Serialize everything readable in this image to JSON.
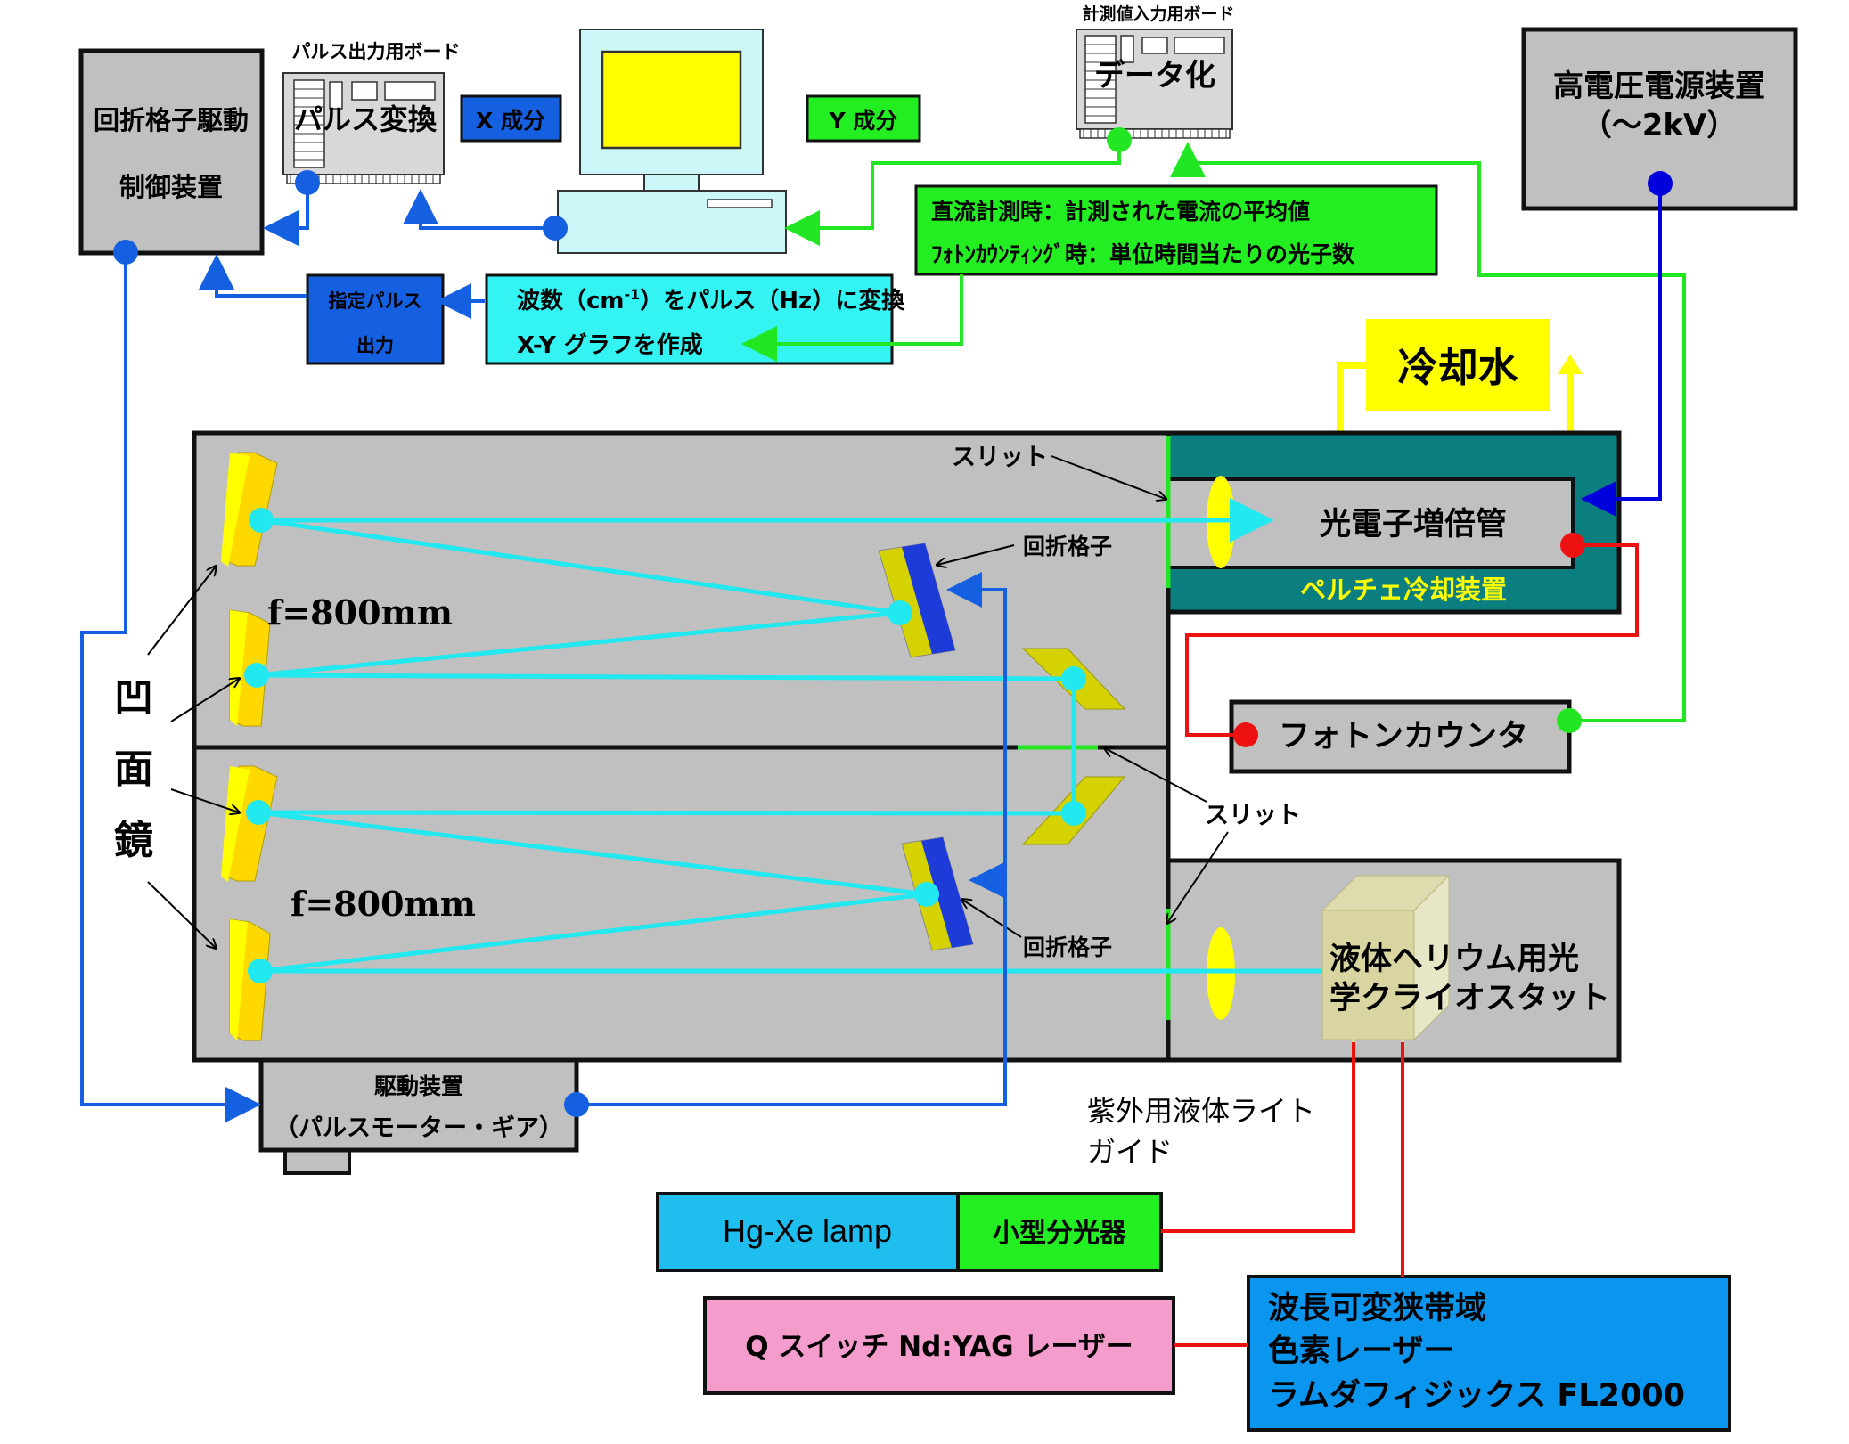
{
  "labels": {
    "pulse_board_title": "パルス出力用ボード",
    "pulse_convert": "パルス変換",
    "grating_drive_line1": "回折格子駆動",
    "grating_drive_line2": "制御装置",
    "x_component": "X 成分",
    "y_component": "Y 成分",
    "measure_board_title": "計測値入力用ボード",
    "digitize": "データ化",
    "hv_line1": "高電圧電源装置",
    "hv_line2": "（～2kV）",
    "dc_measure": "直流計測時：計測された電流の平均値",
    "photon_count": "ﾌｫﾄﾝｶｳﾝﾃｨﾝｸﾞ時：単位時間当たりの光子数",
    "pulse_out_line1": "指定パルス",
    "pulse_out_line2": "出力",
    "wavenumber_prefix": "波数（cm",
    "wavenumber_sup": "-1",
    "wavenumber_suffix": "）をパルス（Hz）に変換",
    "xy_graph": "X-Y グラフを作成",
    "cooling_water": "冷却水",
    "slit_top": "スリット",
    "pmt": "光電子増倍管",
    "peltier": "ペルチェ冷却装置",
    "grating_top": "回折格子",
    "focal_top": "f=800mm",
    "concave_1": "凹",
    "concave_2": "面",
    "concave_3": "鏡",
    "photon_counter": "フォトンカウンタ",
    "slit_right": "スリット",
    "focal_bottom": "f=800mm",
    "grating_bottom": "回折格子",
    "cryostat_line1": "液体ヘリウム用光",
    "cryostat_line2": "学クライオスタット",
    "drive_line1": "駆動装置",
    "drive_line2": "（パルスモーター・ギア）",
    "light_guide_line1": "紫外用液体ライト",
    "light_guide_line2": "ガイド",
    "hg_lamp": "Hg-Xe lamp",
    "mono": "小型分光器",
    "qswitch": "Q スイッチ Nd:YAG レーザー",
    "dye_line1": "波長可変狭帯域",
    "dye_line2": "色素レーザー",
    "dye_line3": "ラムダフィジックス FL2000"
  },
  "colors": {
    "control_line": "#1560e0",
    "data_line": "#22e622",
    "power_line": "#0000dd",
    "signal_line": "#ee1111",
    "beam": "#22e8f0",
    "box_gray": "#c0c0c0",
    "box_blue": "#1560e0",
    "box_green": "#22ee22",
    "box_cyan": "#33f3f3",
    "box_yellow": "#ffff00",
    "peltier_teal": "#0b7f7f",
    "lamp_blue": "#1ebeee",
    "laser_pink": "#f49ccc",
    "dye_blue": "#0a96ee"
  }
}
